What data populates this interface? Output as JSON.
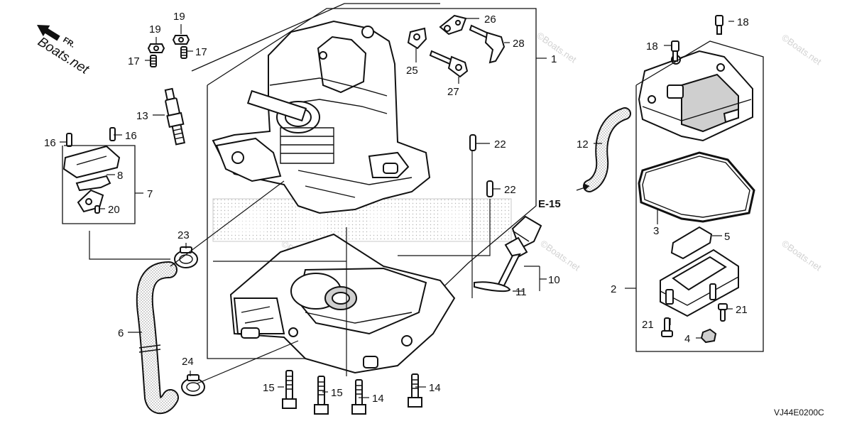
{
  "brand": {
    "logo_text": "Boats.net",
    "direction_label": "FR.",
    "watermark_text": "©Boats.net"
  },
  "diagram_code": "VJ44E0200C",
  "reference": "E-15",
  "callouts": [
    {
      "id": "c1",
      "label": "1"
    },
    {
      "id": "c2",
      "label": "2"
    },
    {
      "id": "c3",
      "label": "3"
    },
    {
      "id": "c4",
      "label": "4"
    },
    {
      "id": "c5",
      "label": "5"
    },
    {
      "id": "c6",
      "label": "6"
    },
    {
      "id": "c7",
      "label": "7"
    },
    {
      "id": "c8",
      "label": "8"
    },
    {
      "id": "c10",
      "label": "10"
    },
    {
      "id": "c11",
      "label": "11"
    },
    {
      "id": "c12",
      "label": "12"
    },
    {
      "id": "c13",
      "label": "13"
    },
    {
      "id": "c14a",
      "label": "14"
    },
    {
      "id": "c14b",
      "label": "14"
    },
    {
      "id": "c15a",
      "label": "15"
    },
    {
      "id": "c15b",
      "label": "15"
    },
    {
      "id": "c16a",
      "label": "16"
    },
    {
      "id": "c16b",
      "label": "16"
    },
    {
      "id": "c17a",
      "label": "17"
    },
    {
      "id": "c17b",
      "label": "17"
    },
    {
      "id": "c18a",
      "label": "18"
    },
    {
      "id": "c18b",
      "label": "18"
    },
    {
      "id": "c19a",
      "label": "19"
    },
    {
      "id": "c19b",
      "label": "19"
    },
    {
      "id": "c20",
      "label": "20"
    },
    {
      "id": "c21a",
      "label": "21"
    },
    {
      "id": "c21b",
      "label": "21"
    },
    {
      "id": "c22a",
      "label": "22"
    },
    {
      "id": "c22b",
      "label": "22"
    },
    {
      "id": "c23",
      "label": "23"
    },
    {
      "id": "c24",
      "label": "24"
    },
    {
      "id": "c25",
      "label": "25"
    },
    {
      "id": "c26",
      "label": "26"
    },
    {
      "id": "c27",
      "label": "27"
    },
    {
      "id": "c28",
      "label": "28"
    }
  ],
  "colors": {
    "ink": "#111111",
    "paper": "#ffffff",
    "watermark": "#d2d2d2",
    "dither": "#bdbdbd"
  }
}
